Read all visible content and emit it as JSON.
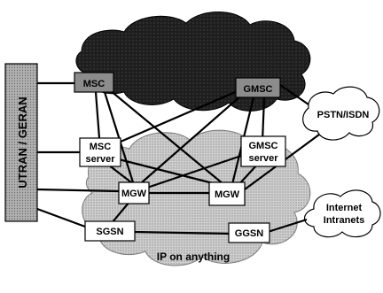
{
  "access": {
    "label": "UTRAN / GERAN"
  },
  "nodes": {
    "msc": "MSC",
    "gmsc": "GMSC",
    "msc_server": [
      "MSC",
      "server"
    ],
    "gmsc_server": [
      "GMSC",
      "server"
    ],
    "mgw_left": "MGW",
    "mgw_right": "MGW",
    "sgsn": "SGSN",
    "ggsn": "GGSN"
  },
  "clouds": {
    "pstn": "PSTN/ISDN",
    "internet": [
      "Internet",
      "Intranets"
    ],
    "ip": "IP on anything"
  },
  "colors": {
    "dark_cloud": "#1e1e1e",
    "light_cloud": "#c8c8c8",
    "access_bar": "#a0a0a0",
    "core_box": "#8c8c8c",
    "node_box": "#ffffff",
    "line": "#000000"
  }
}
